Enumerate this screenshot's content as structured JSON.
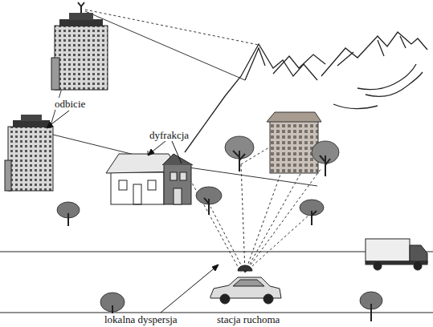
{
  "diagram": {
    "labels": [
      "odbicie",
      "dyfrakcja",
      "lokalna dyspersja",
      "stacja ruchoma"
    ]
  }
}
